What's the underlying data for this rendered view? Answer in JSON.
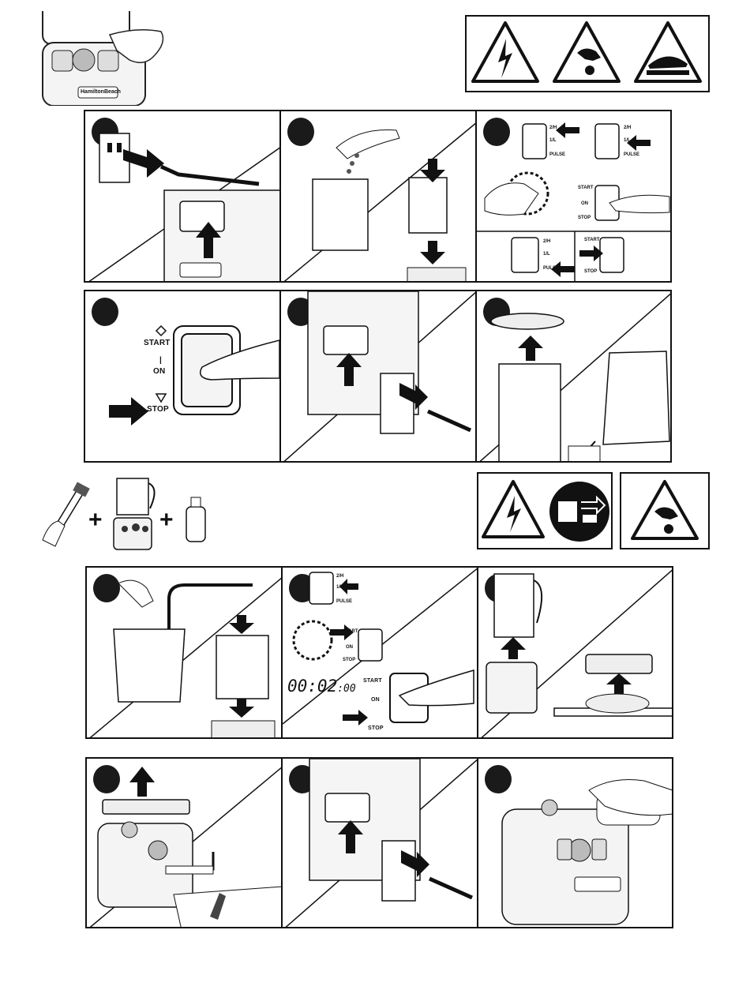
{
  "control_labels": {
    "start": "START",
    "on": "ON",
    "on_mark": "|",
    "stop": "STOP",
    "hi": "2/H",
    "lo": "1/L",
    "pulse": "PULSE"
  },
  "timer_display": {
    "main": "00:02",
    "sub": ":00"
  },
  "brand": {
    "logo_text": "HamiltonBeach"
  },
  "cleaning_equation": {
    "plus_1": "+",
    "plus_2": "+"
  }
}
